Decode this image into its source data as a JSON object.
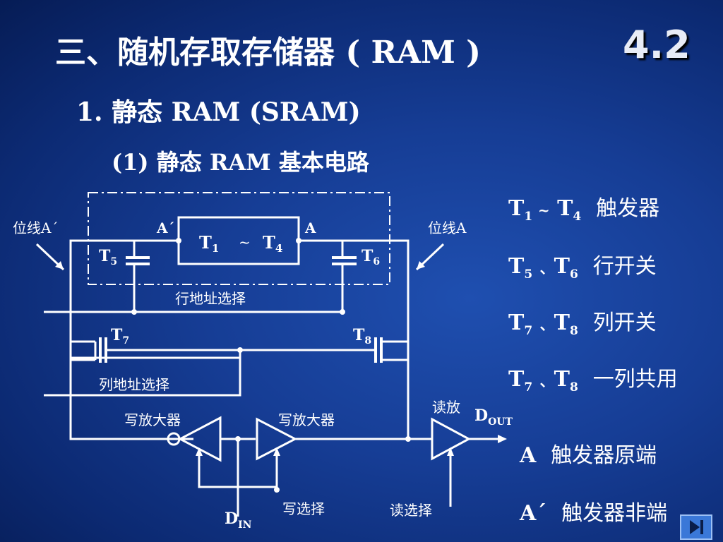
{
  "slide": {
    "title": "三、随机存取存储器 ( RAM )",
    "section_number": "4.2",
    "subtitle1": "1. 静态 RAM (SRAM)",
    "subtitle2": "(1) 静态 RAM 基本电路"
  },
  "circuit": {
    "bitline_left": "位线A´",
    "bitline_right": "位线A",
    "node_left": "A´",
    "node_right": "A",
    "flipflop_t1": "T",
    "flipflop_t1_sub": "1",
    "flipflop_tilde": "~",
    "flipflop_t4": "T",
    "flipflop_t4_sub": "4",
    "t5": "T",
    "t5_sub": "5",
    "t6": "T",
    "t6_sub": "6",
    "t7": "T",
    "t7_sub": "7",
    "t8": "T",
    "t8_sub": "8",
    "row_select": "行地址选择",
    "col_select": "列地址选择",
    "write_amp_left": "写放大器",
    "write_amp_right": "写放大器",
    "read_amp": "读放",
    "dout": "D",
    "dout_sub": "OUT",
    "din": "D",
    "din_sub": "IN",
    "write_select": "写选择",
    "read_select": "读选择"
  },
  "legend": [
    {
      "t": "T",
      "a": "1",
      "sep": "~",
      "b": "4",
      "desc": "触发器"
    },
    {
      "t": "T",
      "a": "5",
      "sep": "、",
      "b": "6",
      "desc": "行开关"
    },
    {
      "t": "T",
      "a": "7",
      "sep": "、",
      "b": "8",
      "desc": "列开关"
    },
    {
      "t": "T",
      "a": "7",
      "sep": "、",
      "b": "8",
      "desc": "一列共用"
    }
  ],
  "notes": [
    {
      "sym": "A",
      "desc": "触发器原端"
    },
    {
      "sym": "A´",
      "desc": "触发器非端"
    }
  ],
  "colors": {
    "background": "#163d95",
    "line": "#ffffff",
    "nav_button": "#3a78d8"
  },
  "nav_icon": "next-end-icon"
}
